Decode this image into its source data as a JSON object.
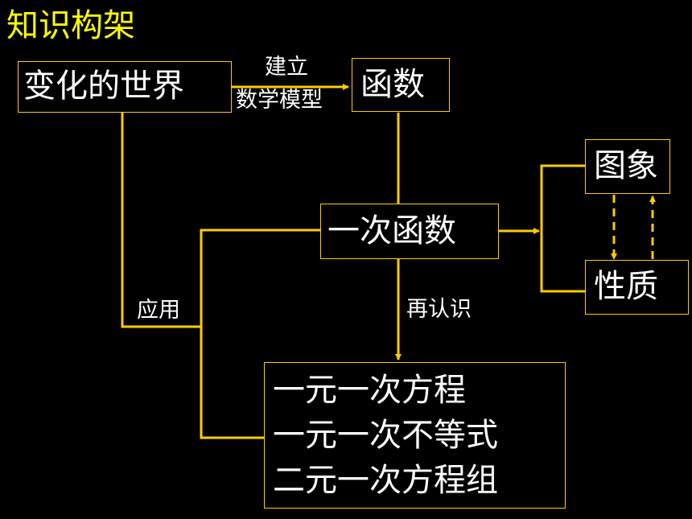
{
  "title": "知识构架",
  "nodes": {
    "world": "变化的世界",
    "func": "函数",
    "linear": "一次函数",
    "graph": "图象",
    "prop": "性质",
    "eq1": "一元一次方程",
    "eq2": "一元一次不等式",
    "eq3": "二元一次方程组"
  },
  "edge_labels": {
    "build_line1": "建立",
    "build_line2": "数学模型",
    "apply": "应用",
    "recognize": "再认识"
  },
  "colors": {
    "line": "#ffcc00",
    "title": "#ffff00",
    "bg": "#000000"
  }
}
